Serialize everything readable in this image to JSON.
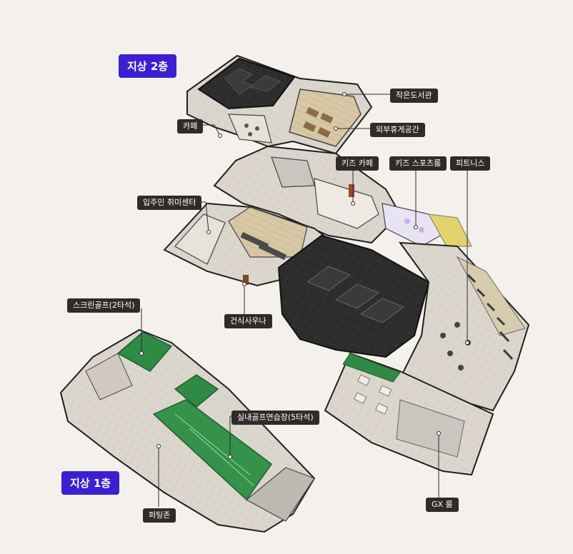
{
  "floors": {
    "second": "지상 2층",
    "first": "지상 1층"
  },
  "labels": {
    "small_library": "작은도서관",
    "cafe": "카페",
    "outdoor_lounge": "외부휴게공간",
    "kids_cafe": "키즈 카페",
    "kids_sports_room": "키즈 스포츠룸",
    "fitness": "피트니스",
    "hobby_center": "입주민 취미센터",
    "dry_sauna": "건식사우나",
    "screen_golf": "스크린골프(2타석)",
    "indoor_golf": "실내골프연습장(5타석)",
    "putting_zone": "퍼팅존",
    "gx_room": "GX 룸"
  },
  "colors": {
    "background": "#f4f1ec",
    "badge": "#3b1fd1",
    "label": "#2f2b29",
    "green": "#2f8a45",
    "dark": "#2a2a2a",
    "floor_tile": "#d9d4cb"
  }
}
